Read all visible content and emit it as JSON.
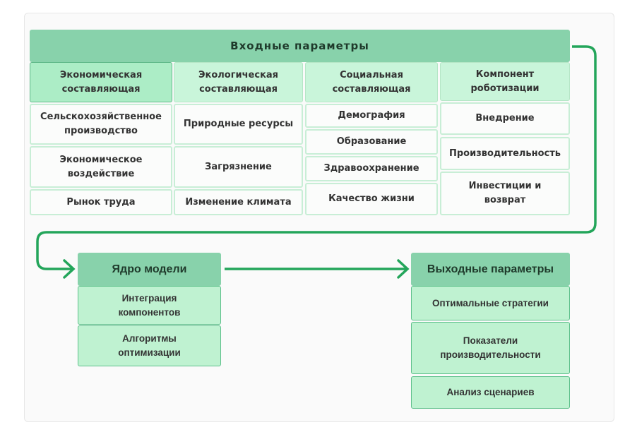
{
  "input": {
    "title": "Входные параметры",
    "columns": [
      {
        "header": "Экономическая составляющая",
        "items": [
          "Сельскохозяйственное производство",
          "Экономическое воздействие",
          "Рынок труда"
        ]
      },
      {
        "header": "Экологическая составляющая",
        "items": [
          "Природные ресурсы",
          "Загрязнение",
          "Изменение климата"
        ]
      },
      {
        "header": "Социальная составляющая",
        "items": [
          "Демография",
          "Образование",
          "Здравоохранение",
          "Качество жизни"
        ]
      },
      {
        "header": "Компонент роботизации",
        "items": [
          "Внедрение",
          "Производительность",
          "Инвестиции и возврат"
        ]
      }
    ]
  },
  "core": {
    "title": "Ядро модели",
    "items": [
      "Интеграция компонентов",
      "Алгоритмы оптимизации"
    ]
  },
  "output": {
    "title": "Выходные параметры",
    "items": [
      "Оптимальные стратегии",
      "Показатели производительности",
      "Анализ сценариев"
    ]
  },
  "colors": {
    "arrow": "#23a55a",
    "header": "#88d2ab"
  }
}
